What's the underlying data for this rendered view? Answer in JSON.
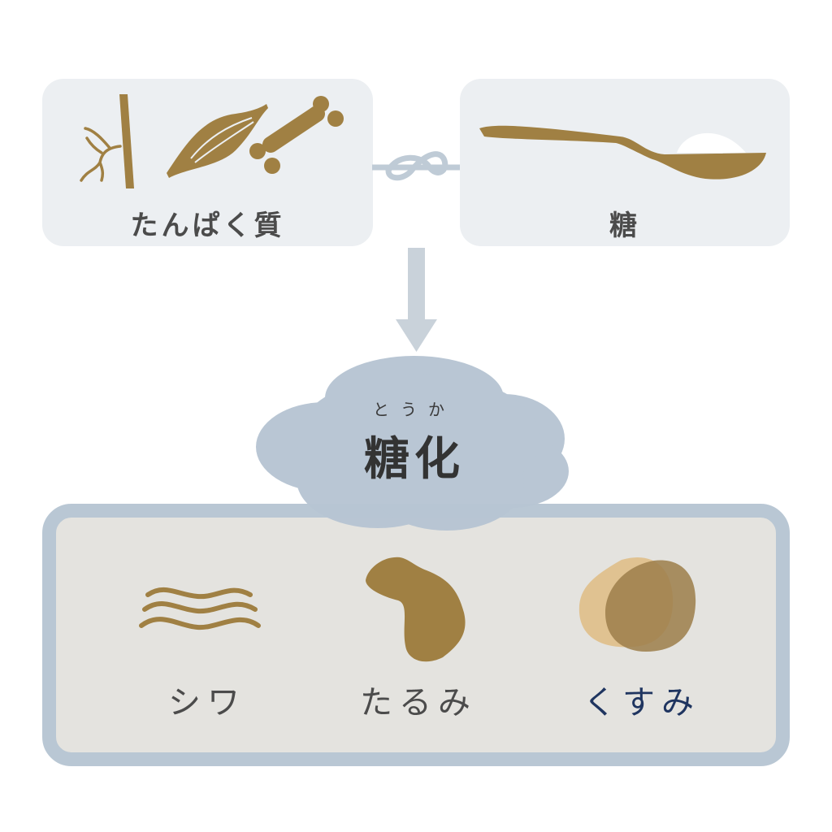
{
  "protein_panel": {
    "label": "たんぱく質",
    "icons": [
      "blood-vessel-icon",
      "muscle-icon",
      "bone-icon"
    ]
  },
  "sugar_panel": {
    "label": "糖",
    "icons": [
      "spoon-with-sugar-icon"
    ]
  },
  "connector": {
    "icon": "knot-icon"
  },
  "process": {
    "ruby": "とうか",
    "label": "糖化"
  },
  "results": [
    {
      "label": "シワ",
      "icon": "wrinkle-lines-icon",
      "color": "#4b4b4b"
    },
    {
      "label": "たるみ",
      "icon": "sagging-blob-icon",
      "color": "#4b4b4b"
    },
    {
      "label": "くすみ",
      "icon": "dullness-spots-icon",
      "color": "#1f3560"
    }
  ],
  "colors": {
    "accent": "#a08043",
    "panel": "#eceff2",
    "cloud": "#b7c5d3",
    "result_border": "#b9c7d4",
    "result_fill": "#e4e3df"
  }
}
